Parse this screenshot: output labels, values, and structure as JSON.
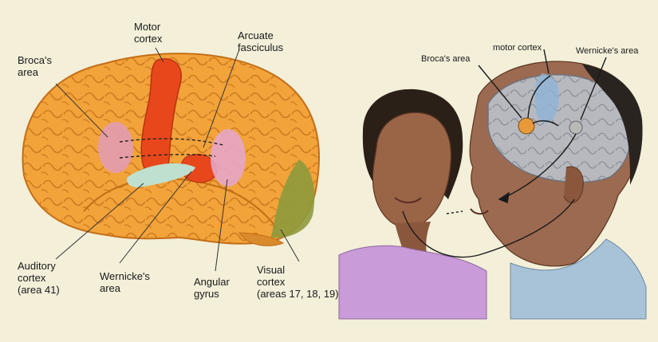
{
  "colors": {
    "background": "#f3efd9",
    "brain": "#f2a33a",
    "motor": "#e8471c",
    "broca": "#e39cb1",
    "wernicke": "#e6a6c8",
    "auditory": "#bfe0cf",
    "visual": "#8e9a3c"
  },
  "brain_labels": {
    "motor_cortex": "Motor\ncortex",
    "arcuate": "Arcuate\nfasciculus",
    "broca": "Broca's\narea",
    "auditory": "Auditory\ncortex\n(area 41)",
    "wernicke": "Wernicke's\narea",
    "angular": "Angular\ngyrus",
    "visual": "Visual\ncortex\n(areas 17, 18, 19)"
  },
  "heads_labels": {
    "broca": "Broca's area",
    "motor": "motor cortex",
    "wernicke": "Wernicke's area"
  }
}
